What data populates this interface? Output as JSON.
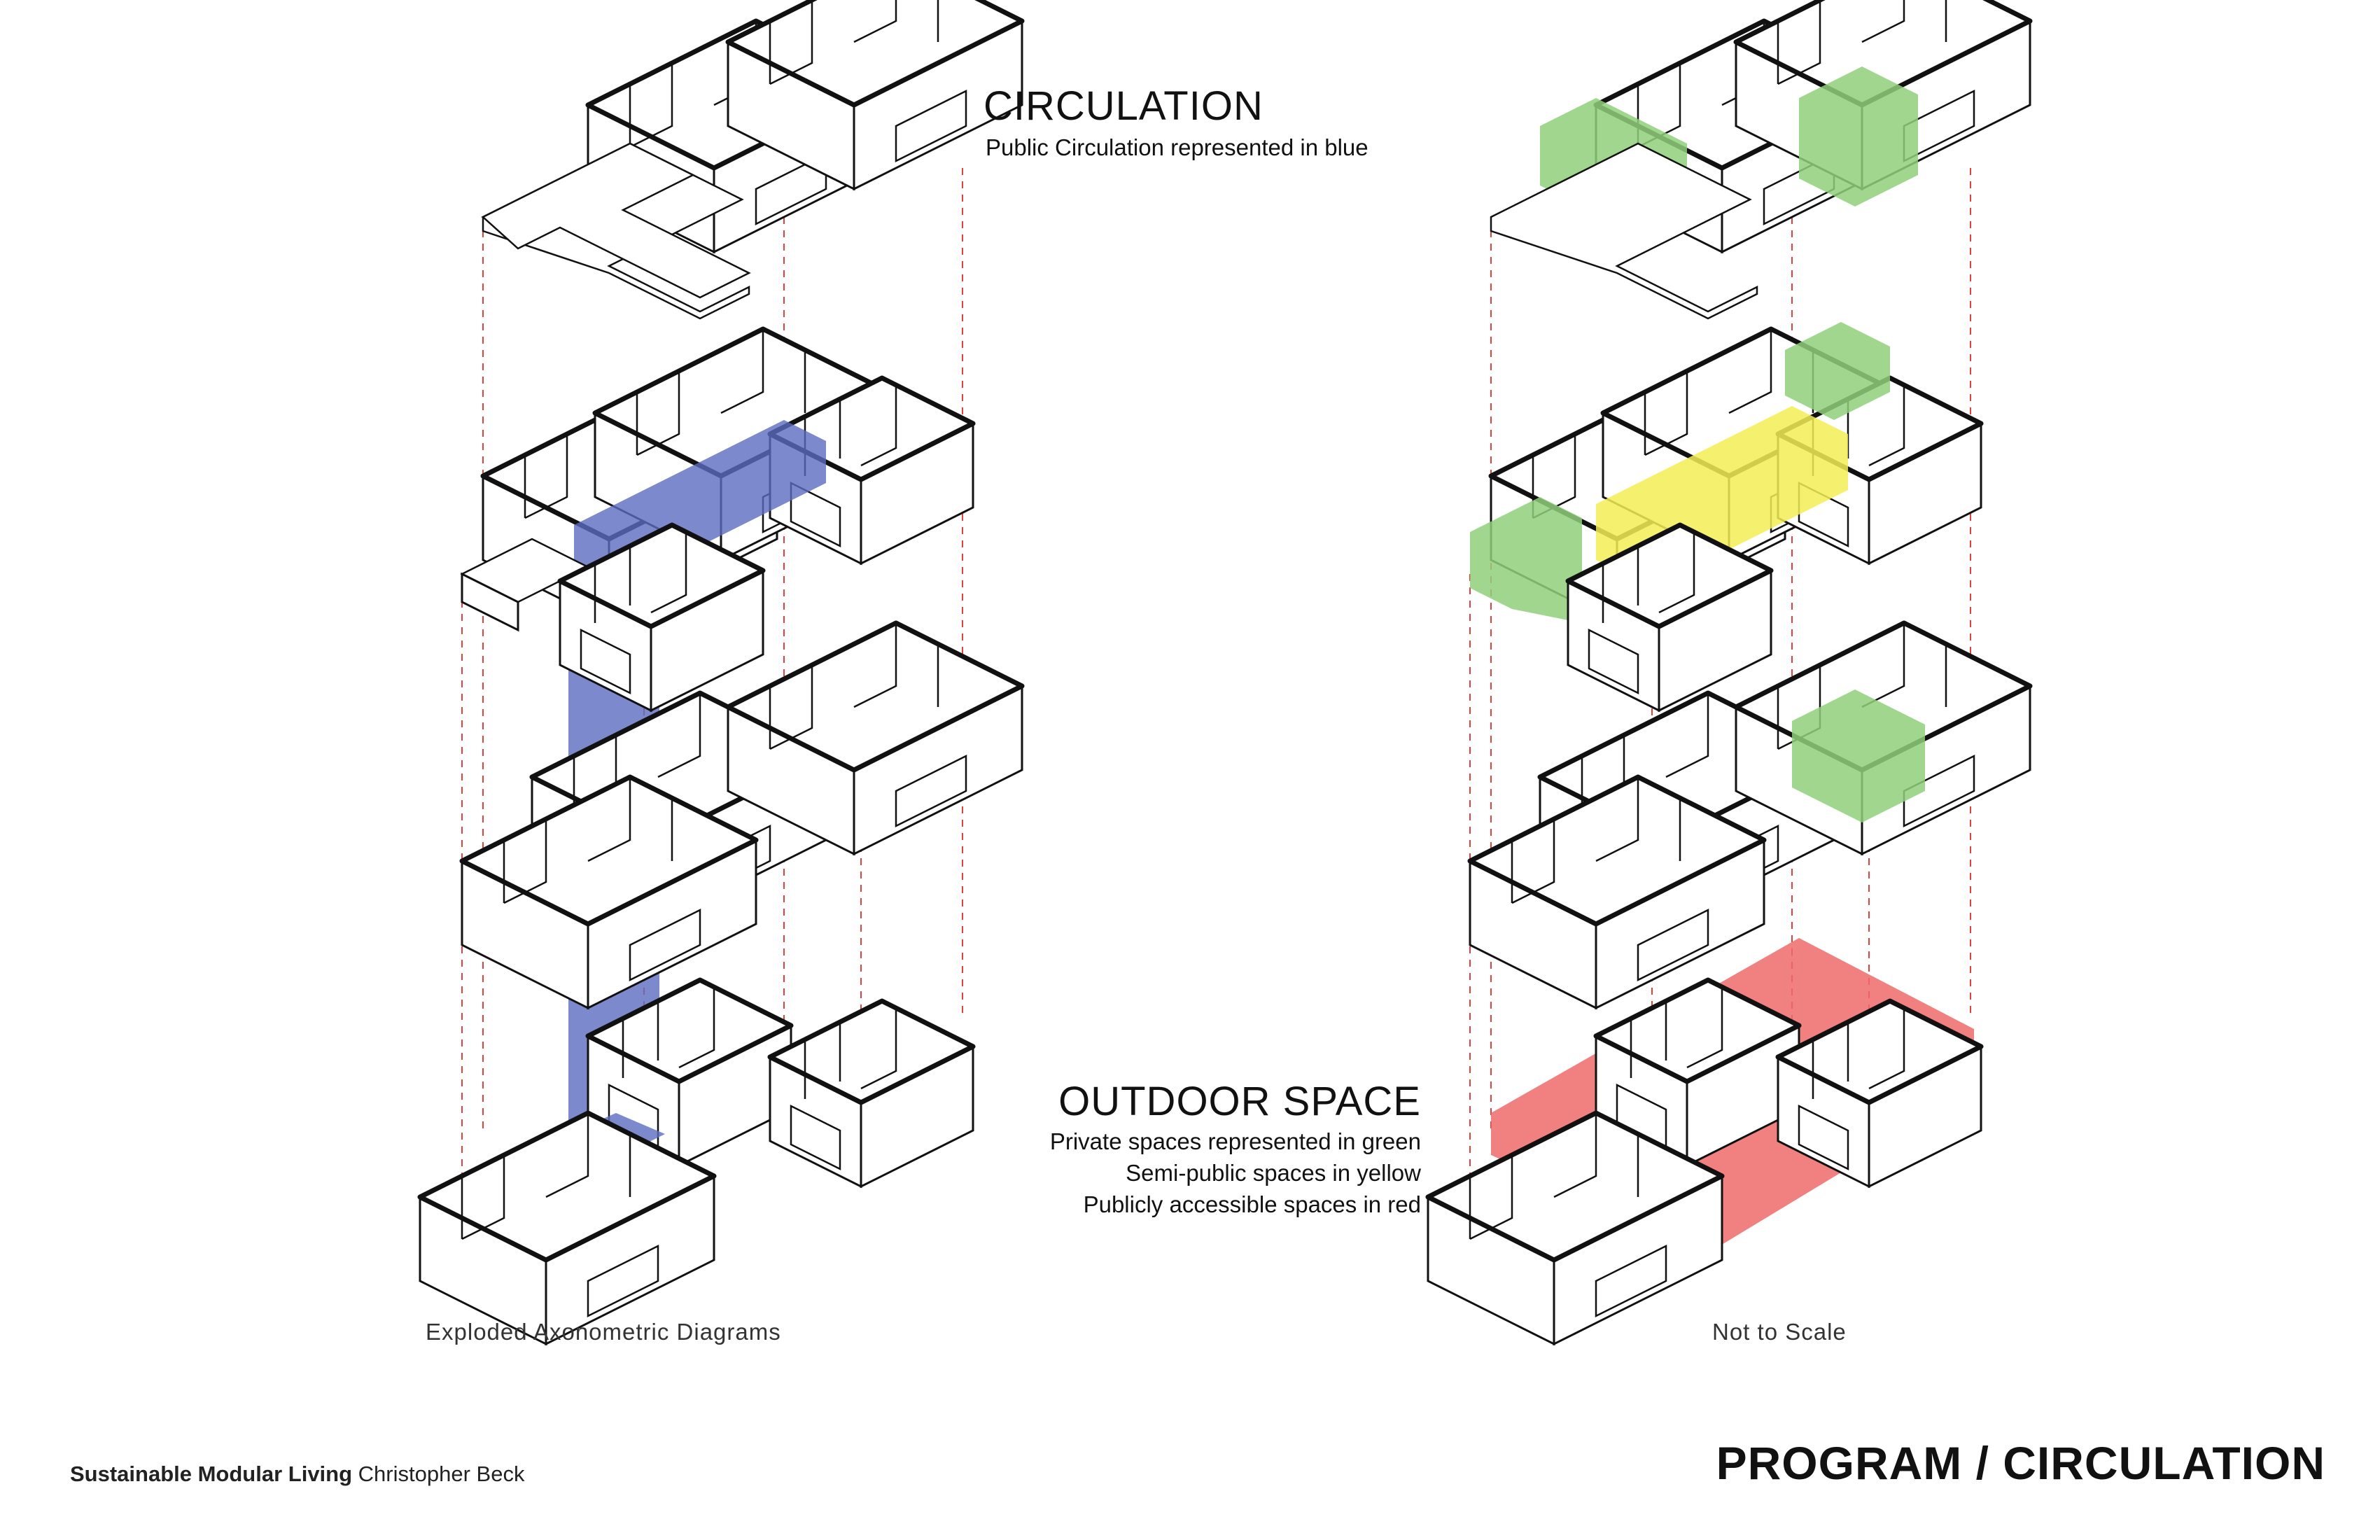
{
  "circulation": {
    "title": "CIRCULATION",
    "description": "Public Circulation represented in blue",
    "color": "#5c6bc0"
  },
  "outdoor": {
    "title": "OUTDOOR SPACE",
    "lines": [
      "Private spaces represented in green",
      "Semi-public spaces in yellow",
      "Publicly accessible spaces in red"
    ],
    "colors": {
      "private": "#8fcf7a",
      "semi_public": "#f3ee55",
      "public": "#ef6a6a"
    }
  },
  "captions": {
    "left": "Exploded Axonometric Diagrams",
    "right": "Not to Scale"
  },
  "footer": {
    "project": "Sustainable Modular Living",
    "author": "Christopher Beck",
    "sheet_title": "PROGRAM / CIRCULATION"
  }
}
